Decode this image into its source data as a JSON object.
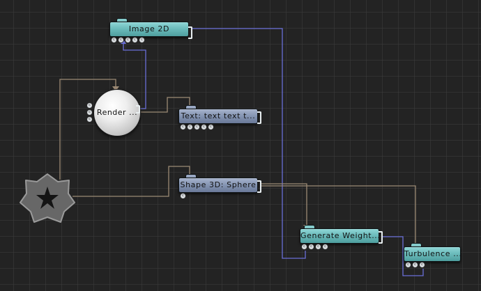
{
  "nodes": {
    "image2d": {
      "label": "Image  2D"
    },
    "render": {
      "label": "Render  ..."
    },
    "text": {
      "label": "Text:  text  text  t..."
    },
    "shape3d": {
      "label": "Shape  3D:  Sphere"
    },
    "generate": {
      "label": "Generate  Weight..."
    },
    "turbulence": {
      "label": "Turbulence  ..."
    }
  },
  "colors": {
    "canvas": "#232323",
    "teal_node": "#6cbcbc",
    "slate_node": "#8494b2",
    "blue_wire": "#6a6fd8",
    "tan_wire": "#9c8a74"
  },
  "icons": {
    "root": "gear-star-icon"
  }
}
